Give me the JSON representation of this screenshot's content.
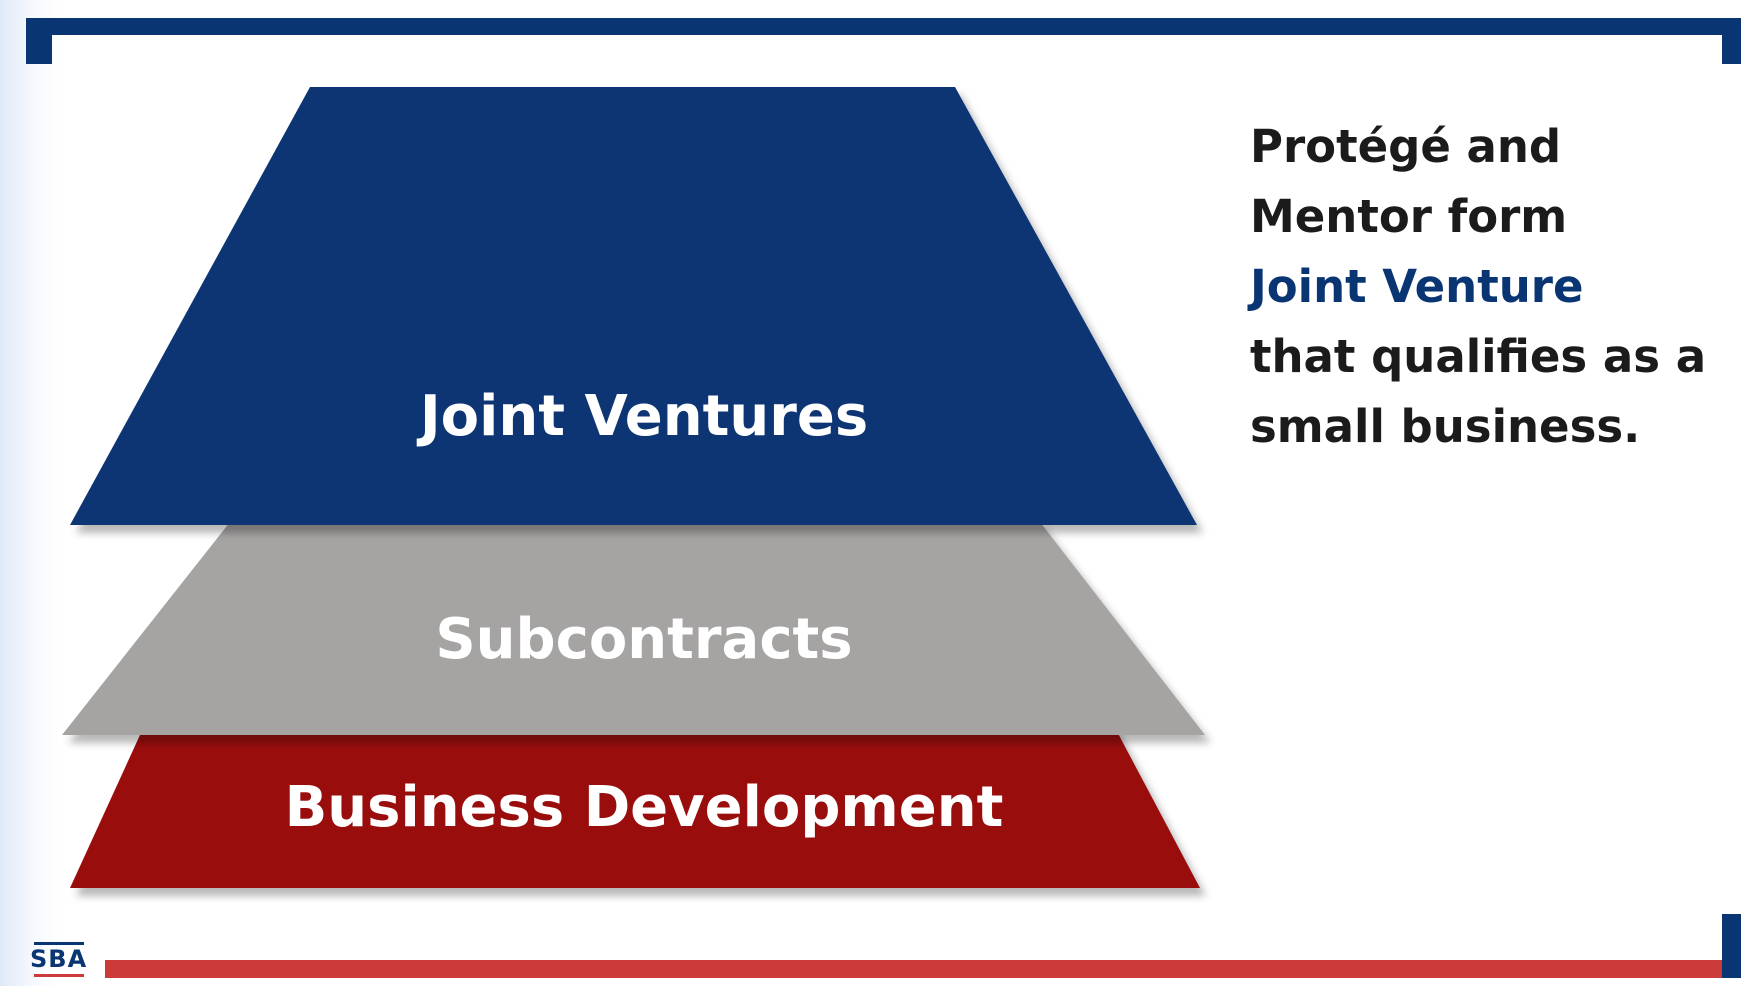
{
  "diagram": {
    "layers": [
      {
        "id": "top",
        "label": "Joint Ventures",
        "color": "#0a3573"
      },
      {
        "id": "middle",
        "label": "Subcontracts",
        "color": "#a6a3a3"
      },
      {
        "id": "bottom",
        "label": "Business Development",
        "color": "#9a0b0b"
      }
    ]
  },
  "side_text": {
    "line1": "Protégé and",
    "line2": "Mentor form",
    "line3_highlight": "Joint Venture",
    "line4": "that qualifies as a",
    "line5": "small business."
  },
  "logo": {
    "text": "SBA"
  },
  "colors": {
    "frame_blue": "#0a3573",
    "frame_red": "#cc3a3a",
    "highlight_blue": "#0a3573"
  }
}
